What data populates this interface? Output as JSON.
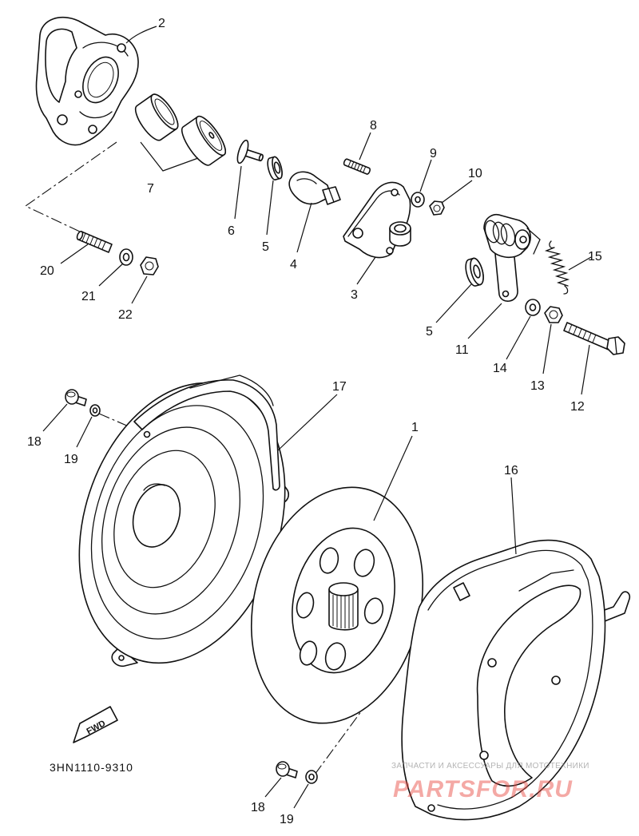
{
  "callouts": {
    "c1": "1",
    "c2": "2",
    "c3": "3",
    "c4": "4",
    "c5a": "5",
    "c5b": "5",
    "c6": "6",
    "c7": "7",
    "c8": "8",
    "c9": "9",
    "c10": "10",
    "c11": "11",
    "c12": "12",
    "c13": "13",
    "c14": "14",
    "c15": "15",
    "c16": "16",
    "c17": "17",
    "c18a": "18",
    "c18b": "18",
    "c19a": "19",
    "c19b": "19",
    "c20": "20",
    "c21": "21",
    "c22": "22"
  },
  "direction_marker": "FWD",
  "diagram_code": "3HN1110-9310",
  "watermark": {
    "tagline": "ЗАПЧАСТИ И АКСЕССУАРЫ ДЛЯ МОТОТЕХНИКИ",
    "logo": "PARTSFOR.RU"
  }
}
